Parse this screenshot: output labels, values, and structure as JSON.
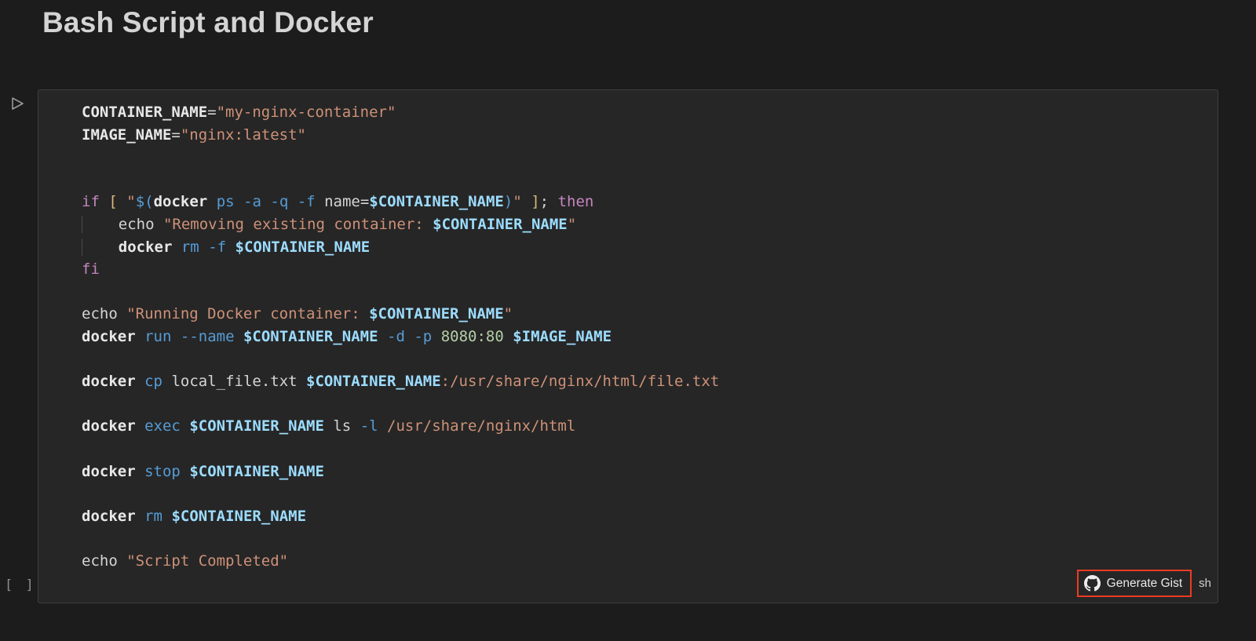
{
  "page": {
    "title": "Bash Script and Docker"
  },
  "editor": {
    "run_icon": "play-triangle-icon",
    "selection_icon_label": "[ ]",
    "language_label": "sh",
    "gist_button": {
      "icon": "github-icon",
      "label": "Generate Gist"
    },
    "annotation_color": "#ed3b24"
  },
  "code": {
    "lines": [
      [
        [
          "CONTAINER_NAME",
          "c"
        ],
        [
          "=",
          "p"
        ],
        [
          "\"my-nginx-container\"",
          "s"
        ]
      ],
      [
        [
          "IMAGE_NAME",
          "c"
        ],
        [
          "=",
          "p"
        ],
        [
          "\"nginx:latest\"",
          "s"
        ]
      ],
      [],
      [],
      [
        [
          "if",
          "k"
        ],
        [
          " ",
          "p"
        ],
        [
          "[",
          "b"
        ],
        [
          " ",
          "p"
        ],
        [
          "\"",
          "s"
        ],
        [
          "$(",
          "f"
        ],
        [
          "docker",
          "c"
        ],
        [
          " ",
          "p"
        ],
        [
          "ps",
          "f"
        ],
        [
          " ",
          "p"
        ],
        [
          "-a",
          "f"
        ],
        [
          " ",
          "p"
        ],
        [
          "-q",
          "f"
        ],
        [
          " ",
          "p"
        ],
        [
          "-f",
          "f"
        ],
        [
          " ",
          "p"
        ],
        [
          "name=",
          "p"
        ],
        [
          "$CONTAINER_NAME",
          "v"
        ],
        [
          ")",
          "f"
        ],
        [
          "\"",
          "s"
        ],
        [
          " ",
          "p"
        ],
        [
          "]",
          "b"
        ],
        [
          ";",
          "p"
        ],
        [
          " ",
          "p"
        ],
        [
          "then",
          "k"
        ]
      ],
      [
        [
          "    ",
          "g"
        ],
        [
          "echo",
          "p"
        ],
        [
          " ",
          "p"
        ],
        [
          "\"Removing existing container: ",
          "s"
        ],
        [
          "$CONTAINER_NAME",
          "v"
        ],
        [
          "\"",
          "s"
        ]
      ],
      [
        [
          "    ",
          "g"
        ],
        [
          "docker",
          "c"
        ],
        [
          " ",
          "p"
        ],
        [
          "rm",
          "f"
        ],
        [
          " ",
          "p"
        ],
        [
          "-f",
          "f"
        ],
        [
          " ",
          "p"
        ],
        [
          "$CONTAINER_NAME",
          "v"
        ]
      ],
      [
        [
          "fi",
          "k"
        ]
      ],
      [],
      [
        [
          "echo",
          "p"
        ],
        [
          " ",
          "p"
        ],
        [
          "\"Running Docker container: ",
          "s"
        ],
        [
          "$CONTAINER_NAME",
          "v"
        ],
        [
          "\"",
          "s"
        ]
      ],
      [
        [
          "docker",
          "c"
        ],
        [
          " ",
          "p"
        ],
        [
          "run",
          "f"
        ],
        [
          " ",
          "p"
        ],
        [
          "--name",
          "f"
        ],
        [
          " ",
          "p"
        ],
        [
          "$CONTAINER_NAME",
          "v"
        ],
        [
          " ",
          "p"
        ],
        [
          "-d",
          "f"
        ],
        [
          " ",
          "p"
        ],
        [
          "-p",
          "f"
        ],
        [
          " ",
          "p"
        ],
        [
          "8080:80",
          "n"
        ],
        [
          " ",
          "p"
        ],
        [
          "$IMAGE_NAME",
          "v"
        ]
      ],
      [],
      [
        [
          "docker",
          "c"
        ],
        [
          " ",
          "p"
        ],
        [
          "cp",
          "f"
        ],
        [
          " ",
          "p"
        ],
        [
          "local_file.txt",
          "p"
        ],
        [
          " ",
          "p"
        ],
        [
          "$CONTAINER_NAME",
          "v"
        ],
        [
          ":/usr/share/nginx/html/file.txt",
          "s"
        ]
      ],
      [],
      [
        [
          "docker",
          "c"
        ],
        [
          " ",
          "p"
        ],
        [
          "exec",
          "f"
        ],
        [
          " ",
          "p"
        ],
        [
          "$CONTAINER_NAME",
          "v"
        ],
        [
          " ",
          "p"
        ],
        [
          "ls",
          "p"
        ],
        [
          " ",
          "p"
        ],
        [
          "-l",
          "f"
        ],
        [
          " ",
          "p"
        ],
        [
          "/usr/share/nginx/html",
          "s"
        ]
      ],
      [],
      [
        [
          "docker",
          "c"
        ],
        [
          " ",
          "p"
        ],
        [
          "stop",
          "f"
        ],
        [
          " ",
          "p"
        ],
        [
          "$CONTAINER_NAME",
          "v"
        ]
      ],
      [],
      [
        [
          "docker",
          "c"
        ],
        [
          " ",
          "p"
        ],
        [
          "rm",
          "f"
        ],
        [
          " ",
          "p"
        ],
        [
          "$CONTAINER_NAME",
          "v"
        ]
      ],
      [],
      [
        [
          "echo",
          "p"
        ],
        [
          " ",
          "p"
        ],
        [
          "\"Script Completed\"",
          "s"
        ]
      ]
    ]
  }
}
